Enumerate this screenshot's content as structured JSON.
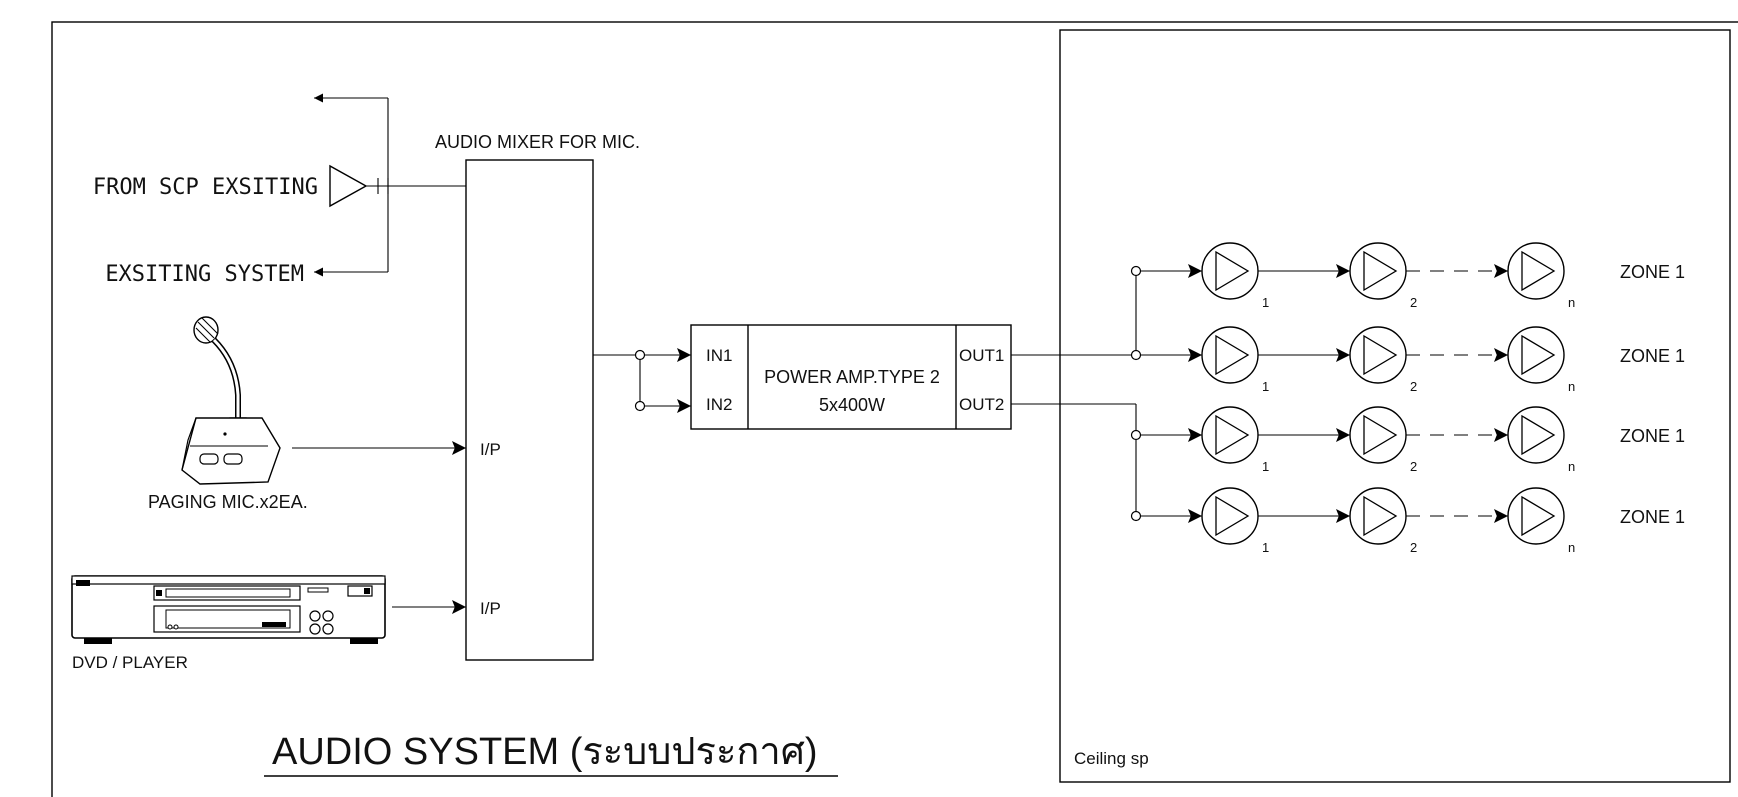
{
  "title": "AUDIO SYSTEM (ระบบประกาศ)",
  "sources": {
    "scp_label": "FROM SCP EXSITING",
    "existing_label": "EXSITING SYSTEM",
    "mic_label": "PAGING MIC.x2EA.",
    "dvd_label": "DVD / PLAYER"
  },
  "mixer": {
    "label": "AUDIO MIXER FOR MIC.",
    "input_labels": [
      "I/P",
      "I/P"
    ]
  },
  "amplifier": {
    "name": "POWER AMP.TYPE 2",
    "rating": "5x400W",
    "inputs": [
      "IN1",
      "IN2"
    ],
    "outputs": [
      "OUT1",
      "OUT2"
    ]
  },
  "ceiling": {
    "label": "Ceiling sp",
    "speaker_labels": [
      "1",
      "2",
      "n"
    ],
    "zones": [
      "ZONE 1",
      "ZONE 1",
      "ZONE 1",
      "ZONE 1"
    ]
  }
}
